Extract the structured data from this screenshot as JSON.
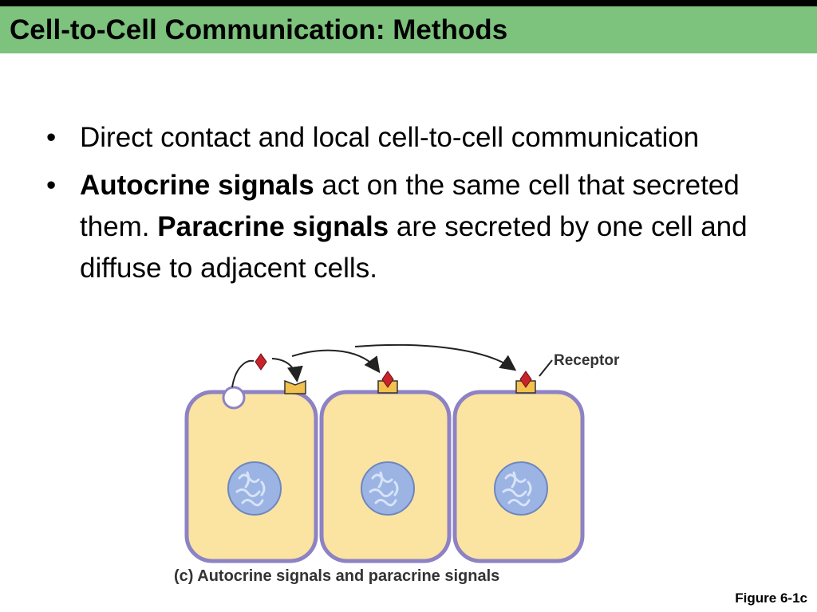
{
  "slide": {
    "title": "Cell-to-Cell Communication: Methods",
    "bullet_symbol": "•",
    "bullets": [
      {
        "text": "Direct contact and local cell-to-cell communication"
      },
      {
        "bold1": "Autocrine signals",
        "text1": " act on the same cell that secreted them. ",
        "bold2": "Paracrine signals",
        "text2": " are secreted by one cell and diffuse to adjacent cells."
      }
    ],
    "figure_ref": "Figure 6-1c"
  },
  "figure": {
    "receptor_label": "Receptor",
    "caption": "(c) Autocrine signals and paracrine signals",
    "colors": {
      "header_bar": "#7dc27d",
      "cell_fill": "#fbe4a1",
      "cell_border": "#8d82c4",
      "nucleus": "#9bb4e3",
      "signal": "#c8232c",
      "receptor": "#f2c14e",
      "arrow": "#222222"
    }
  }
}
